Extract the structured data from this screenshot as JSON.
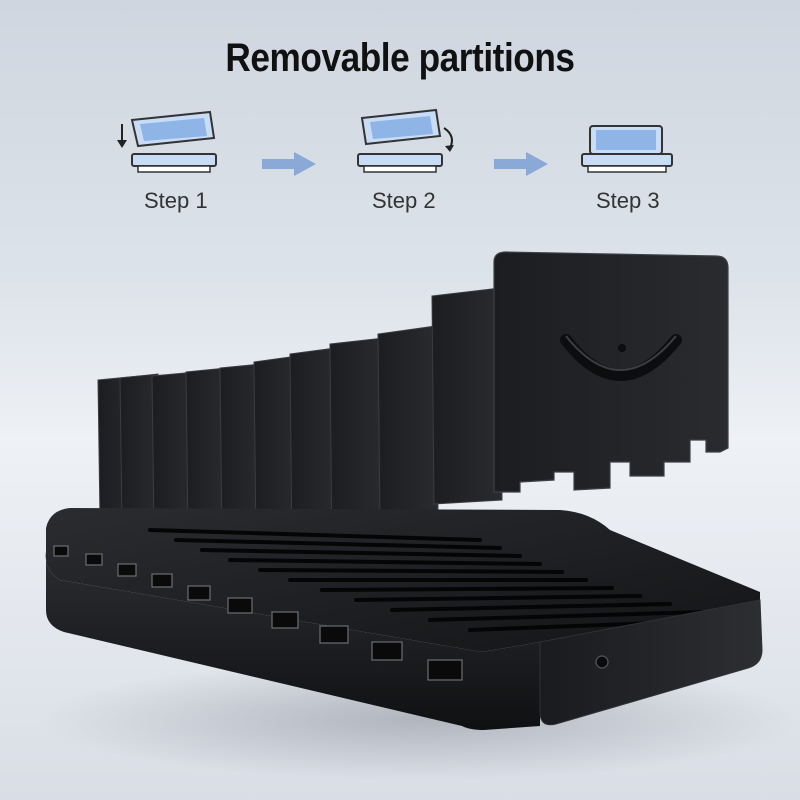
{
  "title": "Removable partitions",
  "steps": [
    {
      "label": "Step 1"
    },
    {
      "label": "Step 2"
    },
    {
      "label": "Step 3"
    }
  ],
  "colors": {
    "accent_blue": "#8fb4e6",
    "arrow_blue": "#8aa9d6",
    "device_black": "#1b1c1e"
  },
  "product": {
    "usb_port_count": 10,
    "partition_count": 11
  }
}
